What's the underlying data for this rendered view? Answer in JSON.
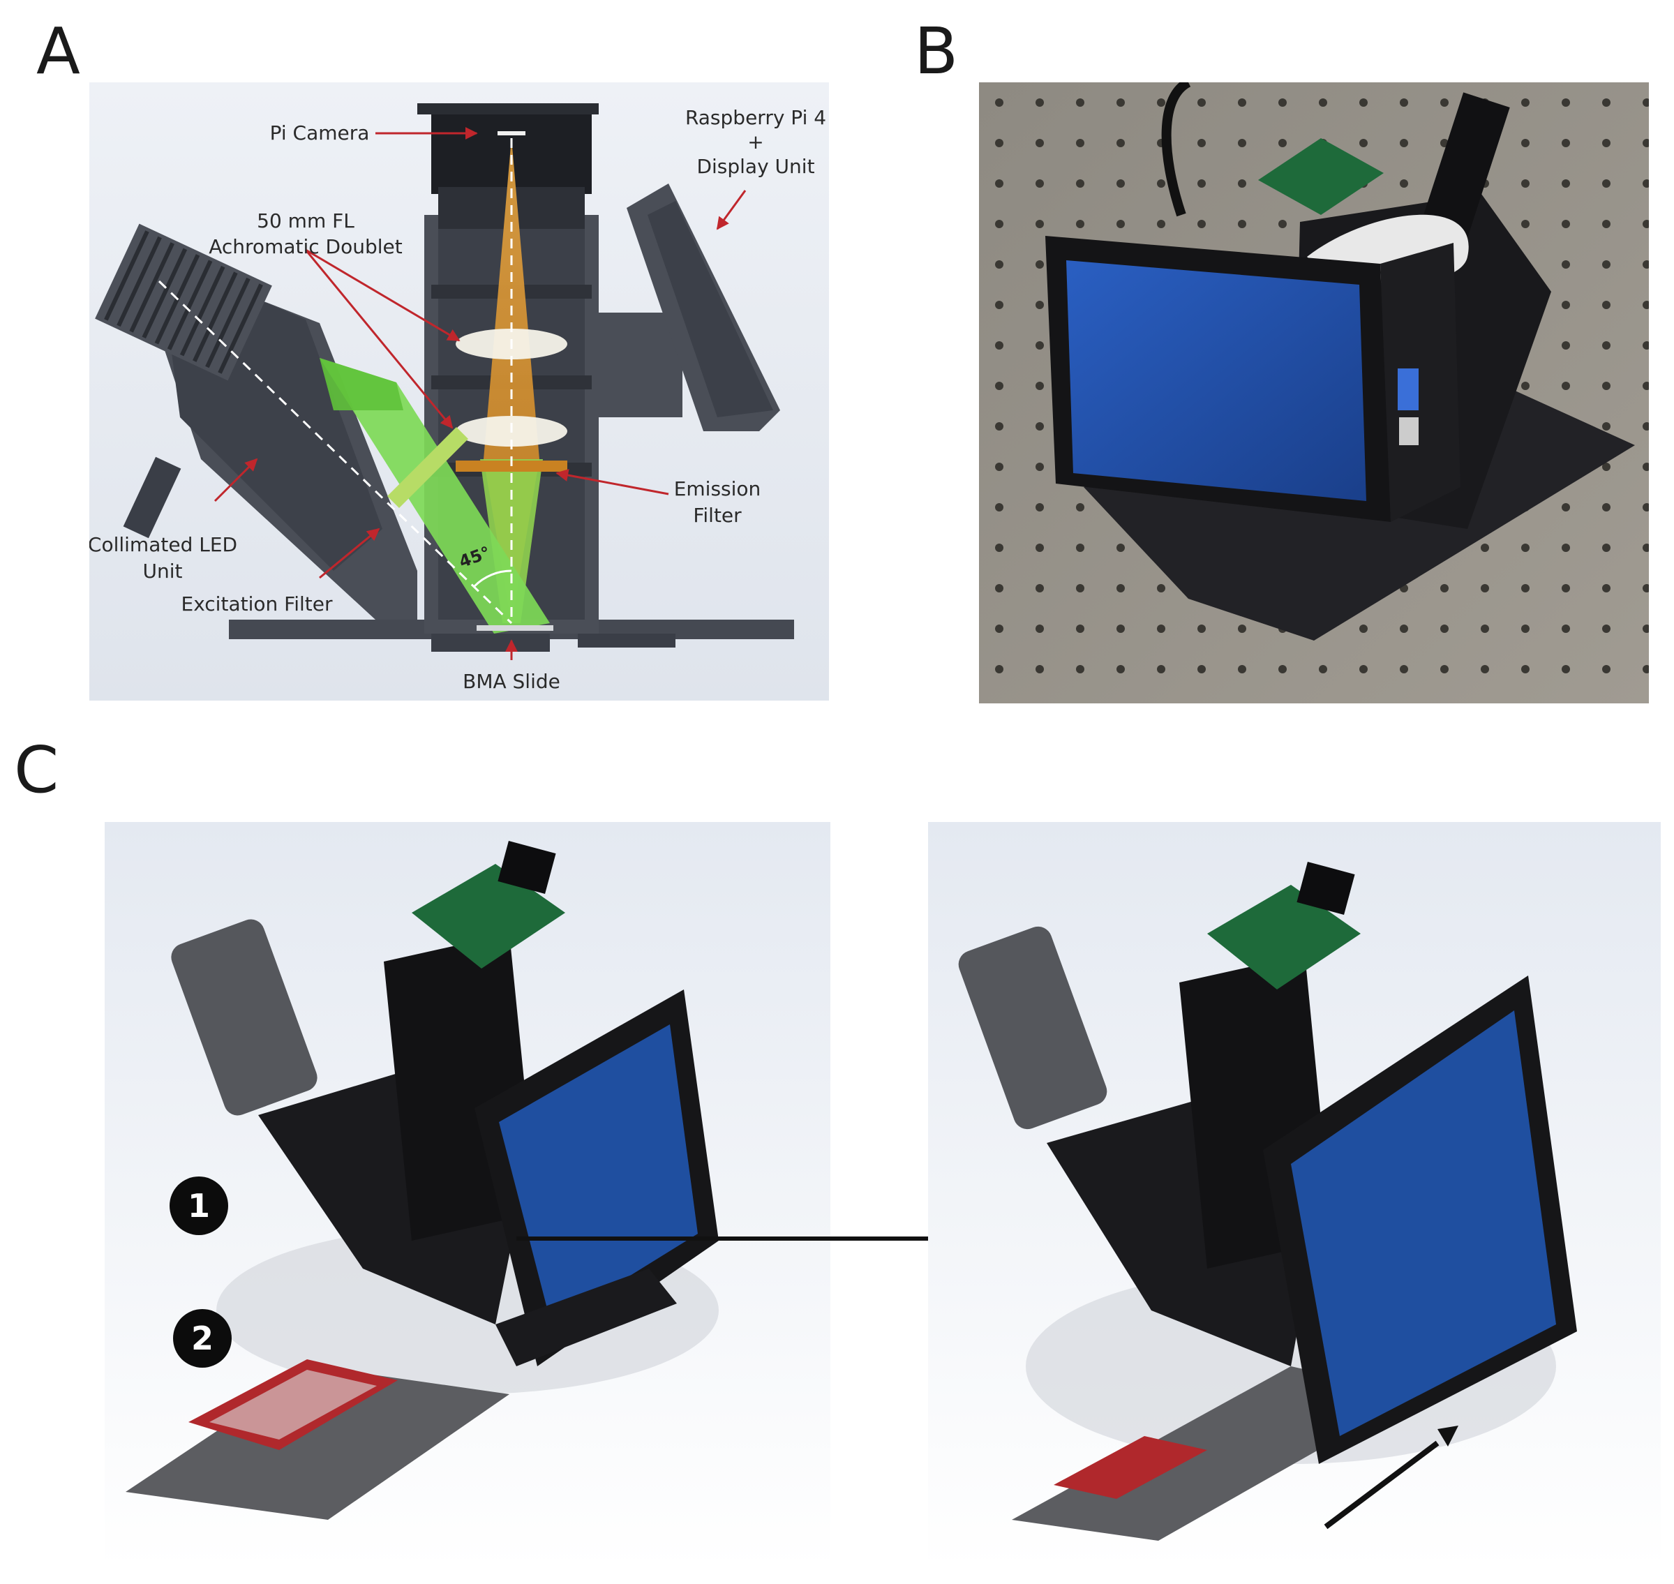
{
  "panels": {
    "a": {
      "letter": "A",
      "labels": {
        "pi_camera": "Pi Camera",
        "raspberry_line1": "Raspberry Pi 4",
        "raspberry_line2": "+",
        "raspberry_line3": "Display Unit",
        "doublet_line1": "50 mm FL",
        "doublet_line2": "Achromatic Doublet",
        "emission_line1": "Emission",
        "emission_line2": "Filter",
        "led_line1": "Collimated LED",
        "led_line2": "Unit",
        "excitation": "Excitation Filter",
        "angle": "45°",
        "slide": "BMA Slide"
      }
    },
    "b": {
      "letter": "B"
    },
    "c": {
      "letter": "C",
      "steps": [
        "1",
        "2"
      ]
    }
  },
  "colors": {
    "emission_beam": "#d9902c",
    "excitation_beam": "#7ed957",
    "pointer": "#c0262c",
    "housing": "#3d414a",
    "screen": "#1f4fa0",
    "pcb": "#1e6a3a",
    "slide_frame": "#b0282c"
  }
}
